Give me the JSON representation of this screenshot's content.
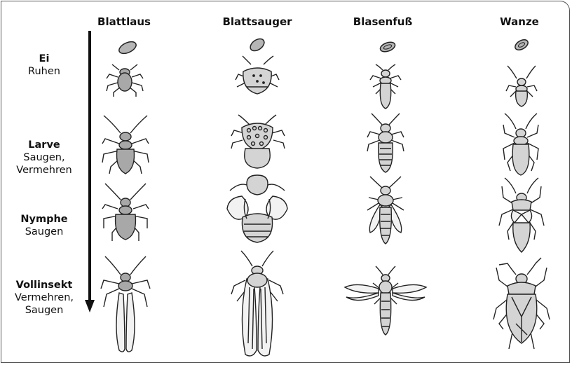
{
  "columns": [
    "Blattlaus",
    "Blattsauger",
    "Blasenfuß",
    "Wanze"
  ],
  "stages": [
    {
      "name": "Ei",
      "desc1": "Ruhen",
      "desc2": ""
    },
    {
      "name": "Larve",
      "desc1": "Saugen,",
      "desc2": "Vermehren"
    },
    {
      "name": "Nymphe",
      "desc1": "Saugen",
      "desc2": ""
    },
    {
      "name": "Vollinsekt",
      "desc1": "Vermehren,",
      "desc2": "Saugen"
    }
  ],
  "colors": {
    "body_fill": "#a8a8a8",
    "light_fill": "#d4d4d4",
    "wing_fill": "#f2f2f2",
    "outline": "#222222"
  }
}
